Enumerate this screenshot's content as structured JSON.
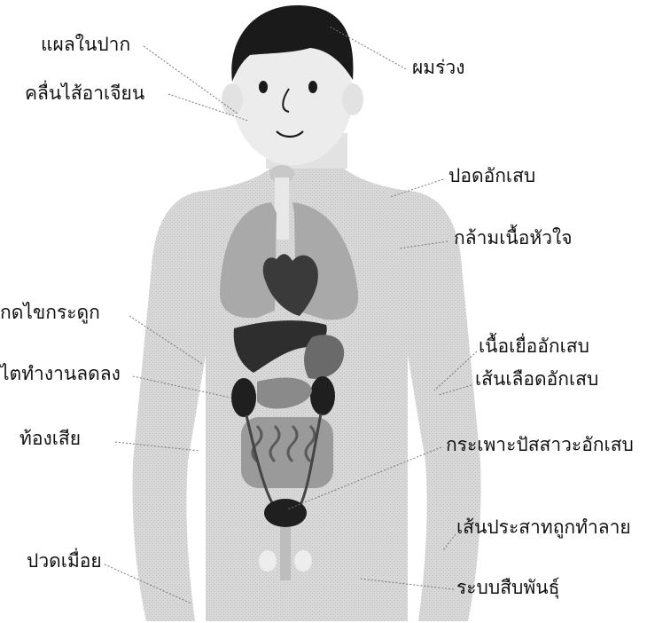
{
  "labels": {
    "mouth_ulcer": "แผลในปาก",
    "nausea": "คลื่นไส้อาเจียน",
    "hair_loss": "ผมร่วง",
    "pneumonitis": "ปอดอักเสบ",
    "myocarditis": "กล้ามเนื้อหัวใจ",
    "bone_marrow": "กดไขกระดูก",
    "kidney": "ไตทำงานลดลง",
    "diarrhea": "ท้องเสีย",
    "tissue_inflammation": "เนื้อเยื่ออักเสบ",
    "vasculitis": "เส้นเลือดอักเสบ",
    "cystitis": "กระเพาะปัสสาวะอักเสบ",
    "nerve_damage": "เส้นประสาทถูกทำลาย",
    "fatigue": "ปวดเมื่อย",
    "reproductive": "ระบบสืบพันธุ์"
  },
  "colors": {
    "body": "#d6d6d6",
    "hair": "#1a1a1a",
    "lungs": "#a9a9a9",
    "heart": "#3a3a3a",
    "liver": "#2e2e2e",
    "intestine": "#8a8a8a",
    "leader_line": "#777777"
  }
}
